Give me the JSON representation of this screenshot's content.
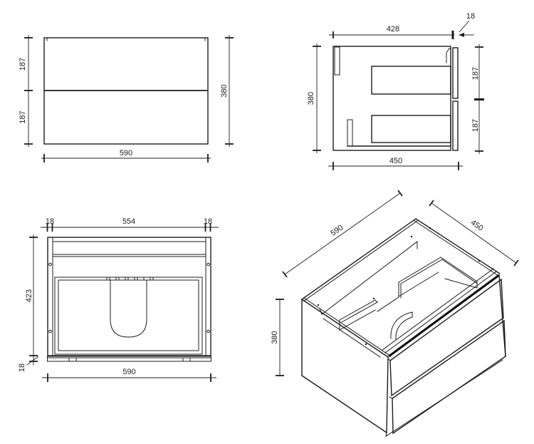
{
  "drawing": {
    "colors": {
      "line": "#1c1c1c",
      "background": "#ffffff"
    },
    "front_view": {
      "upper_drawer_label": "187",
      "lower_drawer_label": "187",
      "height_label": "380",
      "width_label": "590"
    },
    "side_view": {
      "inner_depth_label": "428",
      "front_panel_label": "18",
      "height_label": "380",
      "upper_front_label": "187",
      "lower_front_label": "187",
      "depth_label": "450"
    },
    "plan_view": {
      "left_panel_label": "18",
      "inner_width_label": "554",
      "right_panel_label": "18",
      "depth_label": "423",
      "front_strip_label": "18",
      "width_label": "590"
    },
    "iso_view": {
      "width_label": "590",
      "depth_label": "450",
      "height_label": "380"
    }
  }
}
